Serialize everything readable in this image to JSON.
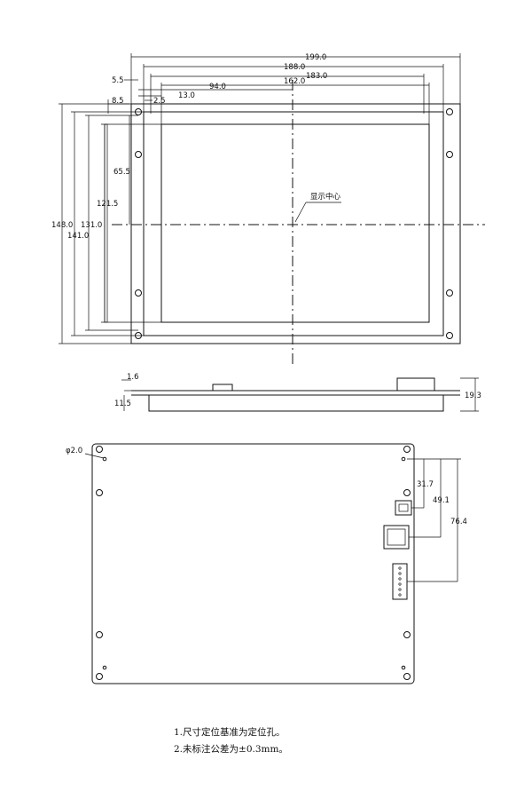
{
  "top_view": {
    "dims": {
      "w199": "199.0",
      "w188": "188.0",
      "w183": "183.0",
      "w162": "162.0",
      "w94": "94.0",
      "w13": "13.0",
      "w5_5": "5.5",
      "w2_5": "2.5",
      "w8_5": "8.5",
      "h148": "148.0",
      "h141": "141.0",
      "h131": "131.0",
      "h121_5": "121.5",
      "h65_5": "65.5"
    },
    "center_label": "显示中心"
  },
  "side_view": {
    "dims": {
      "t1_6": "1.6",
      "t11_5": "11.5",
      "t19_3": "19.3"
    }
  },
  "back_view": {
    "dims": {
      "hole_dia": "φ2.0",
      "d31_7": "31.7",
      "d49_1": "49.1",
      "d76_4": "76.4"
    }
  },
  "notes": [
    "1.尺寸定位基准为定位孔。",
    "2.未标注公差为±0.3mm。"
  ]
}
